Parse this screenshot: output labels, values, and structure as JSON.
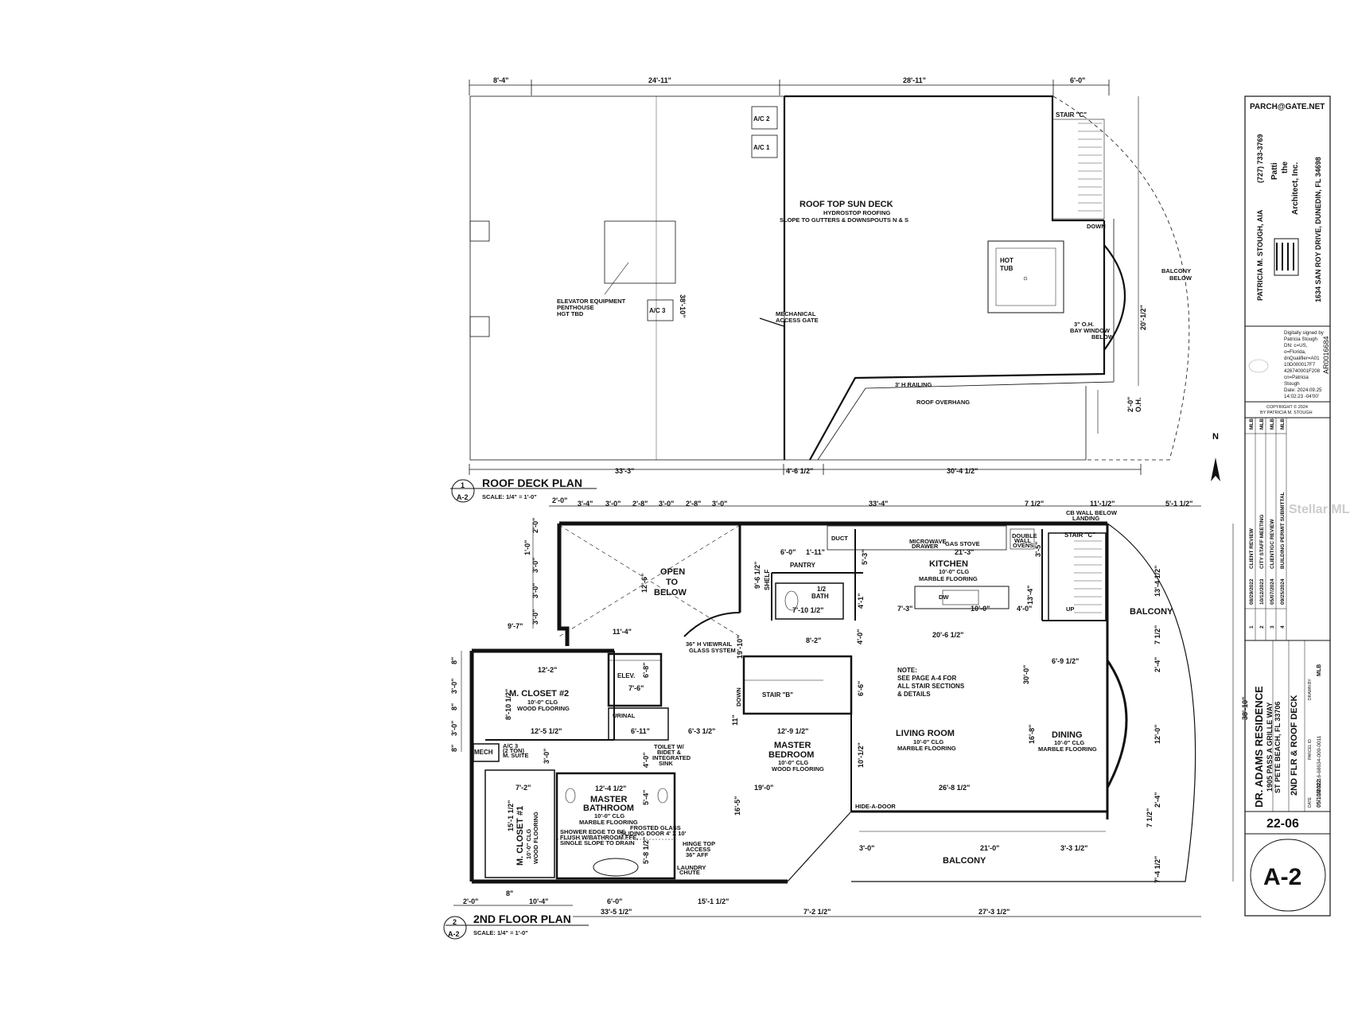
{
  "watermark": "Stellar MLS",
  "roof": {
    "top_dims": [
      "8'-4\"",
      "24'-11\"",
      "28'-11\"",
      "6'-0\""
    ],
    "bottom_dims": [
      "33'-3\"",
      "4'-6 1/2\"",
      "30'-4 1/2\""
    ],
    "side_dim": "38'-10\"",
    "right_dim": "20'-1/2\"",
    "oh_dim": "2'-0\"",
    "oh_label": "O.H.",
    "ac2": "A/C 2",
    "ac1": "A/C 1",
    "ac3": "A/C 3",
    "stair_c": "STAIR \"C\"",
    "down": "DOWN",
    "sun_deck": "ROOF TOP SUN DECK",
    "sun_deck_sub1": "HYDROSTOP ROOFING",
    "sun_deck_sub2": "SLOPE TO GUTTERS & DOWNSPOUTS N & S",
    "hot_tub1": "HOT",
    "hot_tub2": "TUB",
    "balcony_below1": "BALCONY",
    "balcony_below2": "BELOW",
    "bay1": "3\" O.H.",
    "bay2": "BAY WINDOW",
    "bay3": "BELOW",
    "elev1": "ELEVATOR EQUIPMENT",
    "elev2": "PENTHOUSE",
    "elev3": "HGT TBD",
    "mech1": "MECHANICAL",
    "mech2": "ACCESS GATE",
    "railing": "3' H RAILING",
    "overhang": "ROOF OVERHANG",
    "plan_num": "1",
    "plan_sheet": "A-2",
    "plan_title": "ROOF DECK PLAN",
    "scale": "SCALE: 1/4\" = 1'-0\""
  },
  "floor": {
    "top_dims": [
      "2'-0\"",
      "3'-4\"",
      "3'-0\"",
      "2'-8\"",
      "3'-0\"",
      "2'-8\"",
      "3'-0\"",
      "33'-4\"",
      "7 1/2\"",
      "11'-1/2\"",
      "5'-1 1/2\""
    ],
    "cb_wall1": "CB WALL BELOW",
    "cb_wall2": "LANDING",
    "open1": "OPEN",
    "open2": "TO",
    "open3": "BELOW",
    "kitchen": "KITCHEN",
    "kitchen_sub1": "10'-0\" CLG",
    "kitchen_sub2": "MARBLE FLOORING",
    "pantry": "PANTRY",
    "half_bath1": "1/2",
    "half_bath2": "BATH",
    "shelf": "SHELF",
    "duct": "DUCT",
    "micro1": "MICROWAVE",
    "micro2": "DRAWER",
    "gas": "GAS STOVE",
    "oven1": "DOUBLE",
    "oven2": "WALL",
    "oven3": "OVENS",
    "dw": "DW",
    "stair_c": "STAIR \"C\"",
    "up": "UP",
    "balcony": "BALCONY",
    "viewrail1": "36\" H VIEWRAIL",
    "viewrail2": "GLASS SYSTEM",
    "elev": "ELEV.",
    "mcloset2": "M. CLOSET #2",
    "mcloset2_sub1": "10'-0\" CLG",
    "mcloset2_sub2": "WOOD FLOORING",
    "stair_b": "STAIR \"B\"",
    "down": "DOWN",
    "note1": "NOTE:",
    "note2": "SEE PAGE A-4 FOR",
    "note3": "ALL STAIR SECTIONS",
    "note4": "& DETAILS",
    "living": "LIVING ROOM",
    "living_sub1": "10'-0\" CLG",
    "living_sub2": "MARBLE FLOORING",
    "dining": "DINING",
    "dining_sub1": "10'-0\" CLG",
    "dining_sub2": "MARBLE FLOORING",
    "master_bed1": "MASTER",
    "master_bed2": "BEDROOM",
    "master_bed_sub1": "10'-0\" CLG",
    "master_bed_sub2": "WOOD FLOORING",
    "urinal": "URINAL",
    "toilet1": "TOILET W/",
    "toilet2": "BIDET &",
    "toilet3": "INTEGRATED",
    "toilet4": "SINK",
    "mech": "MECH",
    "ac3_1": "A/C 3",
    "ac3_2": "(2 TON)",
    "ac3_3": "M. SUITE",
    "master_bath1": "MASTER",
    "master_bath2": "BATHROOM",
    "master_bath_sub1": "10'-0\" CLG",
    "master_bath_sub2": "MARBLE FLOORING",
    "shower1": "SHOWER EDGE TO BE",
    "shower2": "FLUSH W/BATHROOM FFE,",
    "shower3": "SINGLE SLOPE TO DRAIN",
    "frosted1": "FROSTED GLASS",
    "frosted2": "SLIDING DOOR 4' X 10'",
    "hinge1": "HINGE TOP",
    "hinge2": "ACCESS",
    "hinge3": "36\" AFF",
    "laundry1": "LAUNDRY",
    "laundry2": "CHUTE",
    "mcloset1": "M. CLOSET #1",
    "mcloset1_sub1": "10'-0\" CLG",
    "mcloset1_sub2": "WOOD FLOORING",
    "hide_door": "HIDE-A-DOOR",
    "inner_dims": [
      "6'-0\"",
      "1'-11\"",
      "21'-3\"",
      "5'-3\"",
      "3'-5\"",
      "9'-6 1/2\"",
      "12'-6\"",
      "7'-10 1/2\"",
      "4'-1\"",
      "7'-3\"",
      "10'-0\"",
      "13'-4\"",
      "4'-0\"",
      "11'-4\"",
      "19'-10\"",
      "8'-2\"",
      "20'-6 1/2\"",
      "4'-0\"",
      "6'-9 1/2\"",
      "12'-2\"",
      "6'-8\"",
      "7'-6\"",
      "8'-10 1/2\"",
      "6'-6\"",
      "30'-0\"",
      "12'-5 1/2\"",
      "6'-11\"",
      "6'-3 1/2\"",
      "11\"",
      "12'-9 1/2\"",
      "16'-8\"",
      "10'-1/2\"",
      "3'-0\"",
      "7'-2\"",
      "12'-4 1/2\"",
      "5'-4\"",
      "19'-0\"",
      "26'-8 1/2\"",
      "15'-1 1/2\"",
      "16'-5\"",
      "5'-8 1/2\"",
      "4'-0\"",
      "21'-0\"",
      "3'-0\"",
      "3'-3 1/2\""
    ],
    "left_dims": [
      "2'-0\"",
      "1'-0\"",
      "3'-0\"",
      "3'-0\"",
      "3'-0\"",
      "9'-7\"",
      "8\"",
      "3'-0\"",
      "8\"",
      "3'-0\"",
      "8\""
    ],
    "right_dims": [
      "13'-4 1/2\"",
      "7 1/2\"",
      "2'-4\"",
      "12'-0\"",
      "2'-4\"",
      "7 1/2\"",
      "7'-4 1/2\""
    ],
    "overall_dim": "38'-10\"",
    "bottom_dims1": [
      "2'-0\"",
      "10'-4\"",
      "6'-0\""
    ],
    "bottom_dims2": [
      "33'-5 1/2\"",
      "15'-1 1/2\"",
      "7'-2 1/2\"",
      "27'-3 1/2\""
    ],
    "bottom_8": "8\"",
    "plan_num": "2",
    "plan_sheet": "A-2",
    "plan_title": "2ND FLOOR PLAN",
    "scale": "SCALE: 1/4\" = 1'-0\""
  },
  "north": "N",
  "titleblock": {
    "email": "PARCH@GATE.NET",
    "architect": "PATRICIA M. STOUGH, AIA",
    "phone": "(727) 733-3769",
    "firm1": "Patti",
    "firm2": "the",
    "firm3": "Architect, Inc.",
    "address": "1634 SAN ROY DRIVE, DUNEDIN, FL 34698",
    "sig_lines": [
      "Digitally signed by",
      "Patricia Stough",
      "DN: c=US,",
      "o=Florida,",
      "dnQualifier=A01",
      "10D000017F7",
      "426740001F208",
      "cn=Patricia",
      "Stough",
      "Date: 2024.09.25",
      "14:02:23 -04'00'"
    ],
    "ar": "AR0016684",
    "copyright1": "COPYRIGHT © 2024",
    "copyright2": "BY PATRICIA M. STOUGH",
    "revisions": [
      {
        "num": "1",
        "date": "08/29/2022",
        "desc": "CLIENT REVIEW",
        "by": "MLB"
      },
      {
        "num": "2",
        "date": "10/12/2023",
        "desc": "CITY STAFF MEETING",
        "by": "MLB"
      },
      {
        "num": "3",
        "date": "05/07/2024",
        "desc": "CLIENT/GC REVIEW",
        "by": "MLB"
      },
      {
        "num": "4",
        "date": "09/25/2024",
        "desc": "BUILDING PERMIT SUBMITTAL",
        "by": "MLB"
      }
    ],
    "project": "DR. ADAMS RESIDENCE",
    "addr1": "1905 PASS A GRILLE WAY",
    "addr2": "ST PETE BEACH, FL 33706",
    "sheet_desc1": "2ND FLR & ROOF DECK",
    "drawn_label": "DRAWN BY",
    "drawn": "MLB",
    "parcel_label": "PARCEL ID",
    "parcel": "18-32-16-68634-000-0011",
    "date_label": "DATE",
    "date": "05/10/2022",
    "job": "22-06",
    "sheet": "A-2"
  }
}
